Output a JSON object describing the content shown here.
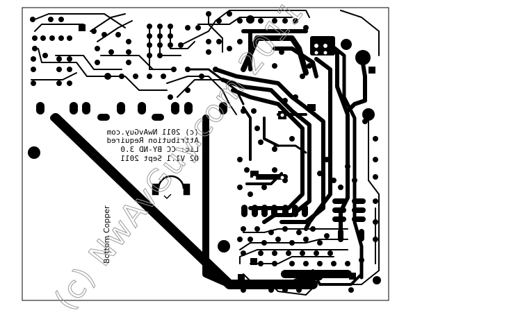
{
  "silkscreen": {
    "line1": "(c) 2011 NwAvGuy.com",
    "line2": "Attribution Required",
    "line3": "Lic: CC BY-ND 3.0",
    "line4": "O2 V1.1 Sept 2011"
  },
  "layer_label": "Bottom Copper",
  "watermark": "(c) NwAvGuy.com 2011",
  "colors": {
    "copper": "#000000",
    "background": "#ffffff",
    "watermark": "#9a9a9a"
  },
  "icons": {
    "logo": "headphones-icon"
  }
}
